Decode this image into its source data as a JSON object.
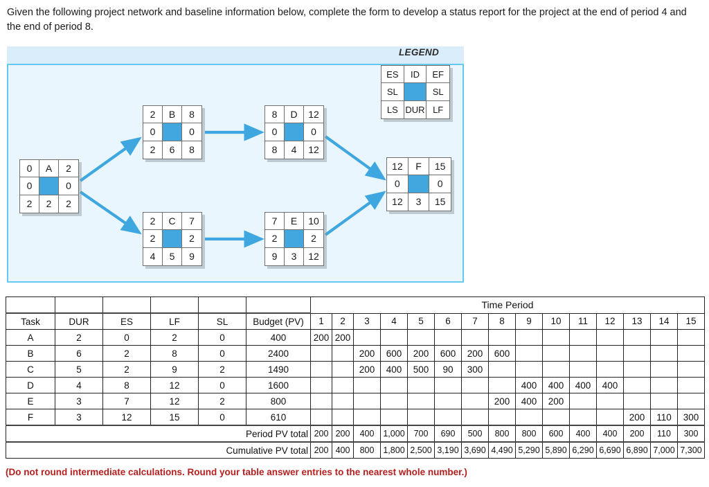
{
  "prompt": {
    "text": "Given the following project network and baseline information below, complete the form to develop a status report for the project at the end of period 4 and the end of period 8."
  },
  "footnote": {
    "text": "(Do not round intermediate calculations. Round your table answer entries to the nearest whole number.)"
  },
  "colors": {
    "node_fill": "#41a7de",
    "panel_bg": "#eaf6fd",
    "panel_border": "#64c8ef",
    "arrow": "#3fa7e0",
    "footnote_red": "#b3201f"
  },
  "diagram": {
    "legend_title": "LEGEND",
    "legend_cells": [
      "ES",
      "ID",
      "EF",
      "SL",
      "",
      "SL",
      "LS",
      "DUR",
      "LF"
    ],
    "nodes": [
      {
        "id": "A",
        "es": "0",
        "ef": "2",
        "sl_left": "0",
        "sl_right": "0",
        "ls": "2",
        "dur": "2",
        "lf": "2"
      },
      {
        "id": "B",
        "es": "2",
        "ef": "8",
        "sl_left": "0",
        "sl_right": "0",
        "ls": "2",
        "dur": "6",
        "lf": "8"
      },
      {
        "id": "C",
        "es": "2",
        "ef": "7",
        "sl_left": "2",
        "sl_right": "2",
        "ls": "4",
        "dur": "5",
        "lf": "9"
      },
      {
        "id": "D",
        "es": "8",
        "ef": "12",
        "sl_left": "0",
        "sl_right": "0",
        "ls": "8",
        "dur": "4",
        "lf": "12"
      },
      {
        "id": "E",
        "es": "7",
        "ef": "10",
        "sl_left": "2",
        "sl_right": "2",
        "ls": "9",
        "dur": "3",
        "lf": "12"
      },
      {
        "id": "F",
        "es": "12",
        "ef": "15",
        "sl_left": "0",
        "sl_right": "0",
        "ls": "12",
        "dur": "3",
        "lf": "15"
      }
    ],
    "edges": [
      "A-B",
      "A-C",
      "B-D",
      "C-E",
      "D-F",
      "E-F"
    ]
  },
  "table": {
    "group_header": "Time Period",
    "columns": [
      "Task",
      "DUR",
      "ES",
      "LF",
      "SL",
      "Budget (PV)"
    ],
    "periods": [
      "1",
      "2",
      "3",
      "4",
      "5",
      "6",
      "7",
      "8",
      "9",
      "10",
      "11",
      "12",
      "13",
      "14",
      "15"
    ],
    "rows": [
      {
        "task": "A",
        "dur": "2",
        "es": "0",
        "lf": "2",
        "sl": "0",
        "budget": "400",
        "values": [
          "200",
          "200",
          "",
          "",
          "",
          "",
          "",
          "",
          "",
          "",
          "",
          "",
          "",
          "",
          ""
        ]
      },
      {
        "task": "B",
        "dur": "6",
        "es": "2",
        "lf": "8",
        "sl": "0",
        "budget": "2400",
        "values": [
          "",
          "",
          "200",
          "600",
          "200",
          "600",
          "200",
          "600",
          "",
          "",
          "",
          "",
          "",
          "",
          ""
        ]
      },
      {
        "task": "C",
        "dur": "5",
        "es": "2",
        "lf": "9",
        "sl": "2",
        "budget": "1490",
        "values": [
          "",
          "",
          "200",
          "400",
          "500",
          "90",
          "300",
          "",
          "",
          "",
          "",
          "",
          "",
          "",
          ""
        ]
      },
      {
        "task": "D",
        "dur": "4",
        "es": "8",
        "lf": "12",
        "sl": "0",
        "budget": "1600",
        "values": [
          "",
          "",
          "",
          "",
          "",
          "",
          "",
          "",
          "400",
          "400",
          "400",
          "400",
          "",
          "",
          ""
        ]
      },
      {
        "task": "E",
        "dur": "3",
        "es": "7",
        "lf": "12",
        "sl": "2",
        "budget": "800",
        "values": [
          "",
          "",
          "",
          "",
          "",
          "",
          "",
          "200",
          "400",
          "200",
          "",
          "",
          "",
          "",
          ""
        ]
      },
      {
        "task": "F",
        "dur": "3",
        "es": "12",
        "lf": "15",
        "sl": "0",
        "budget": "610",
        "values": [
          "",
          "",
          "",
          "",
          "",
          "",
          "",
          "",
          "",
          "",
          "",
          "",
          "200",
          "110",
          "300"
        ]
      }
    ],
    "period_total": {
      "label": "Period PV total",
      "values": [
        "200",
        "200",
        "400",
        "1,000",
        "700",
        "690",
        "500",
        "800",
        "800",
        "600",
        "400",
        "400",
        "200",
        "110",
        "300"
      ]
    },
    "cumulative_total": {
      "label": "Cumulative PV total",
      "values": [
        "200",
        "400",
        "800",
        "1,800",
        "2,500",
        "3,190",
        "3,690",
        "4,490",
        "5,290",
        "5,890",
        "6,290",
        "6,690",
        "6,890",
        "7,000",
        "7,300"
      ]
    }
  }
}
